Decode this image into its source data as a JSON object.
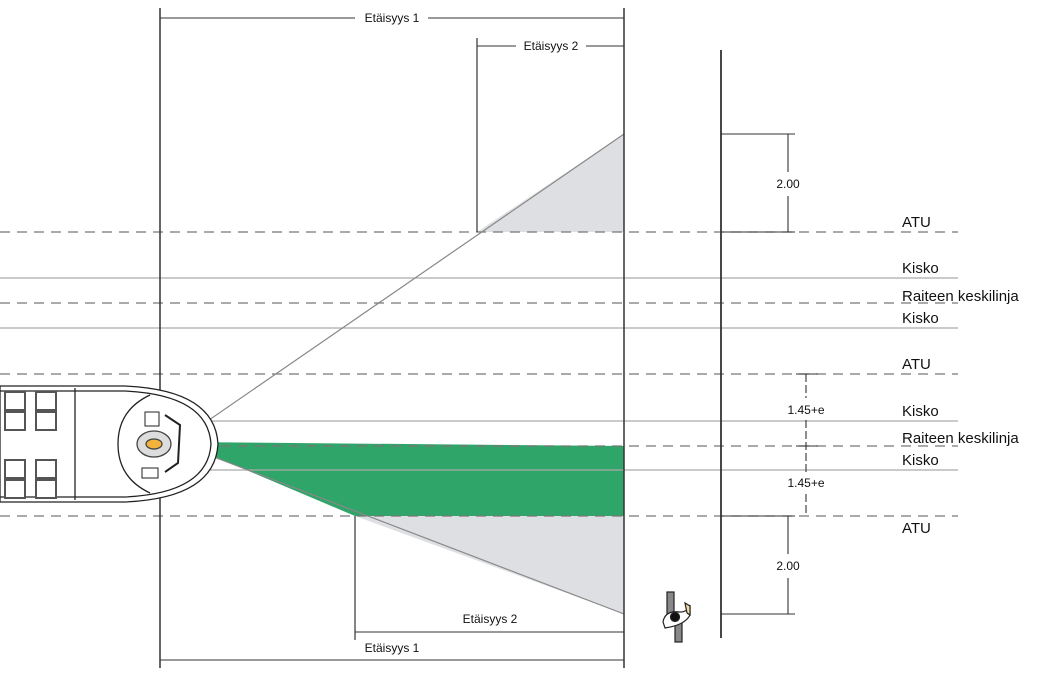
{
  "title": "Train driver sight distance diagram",
  "colors": {
    "visible_area": "#2fa56a",
    "blind_area": "#dedfe2",
    "lines": "#555555"
  },
  "dimensions": {
    "top_distance_1": "Etäisyys 1",
    "top_distance_2": "Etäisyys 2",
    "bottom_distance_2": "Etäisyys 2",
    "bottom_distance_1": "Etäisyys 1",
    "upper_clearance": "2.00",
    "half_width_upper": "1.45+e",
    "half_width_lower": "1.45+e",
    "lower_clearance": "2.00"
  },
  "track_lines": [
    {
      "label": "ATU",
      "style": "dashed"
    },
    {
      "label": "Kisko",
      "style": "solid"
    },
    {
      "label": "Raiteen keskilinja",
      "style": "dashed"
    },
    {
      "label": "Kisko",
      "style": "solid"
    },
    {
      "label": "ATU",
      "style": "dashed"
    },
    {
      "label": "Kisko",
      "style": "solid"
    },
    {
      "label": "Raiteen keskilinja",
      "style": "dashed"
    },
    {
      "label": "Kisko",
      "style": "solid"
    },
    {
      "label": "ATU",
      "style": "dashed"
    }
  ]
}
